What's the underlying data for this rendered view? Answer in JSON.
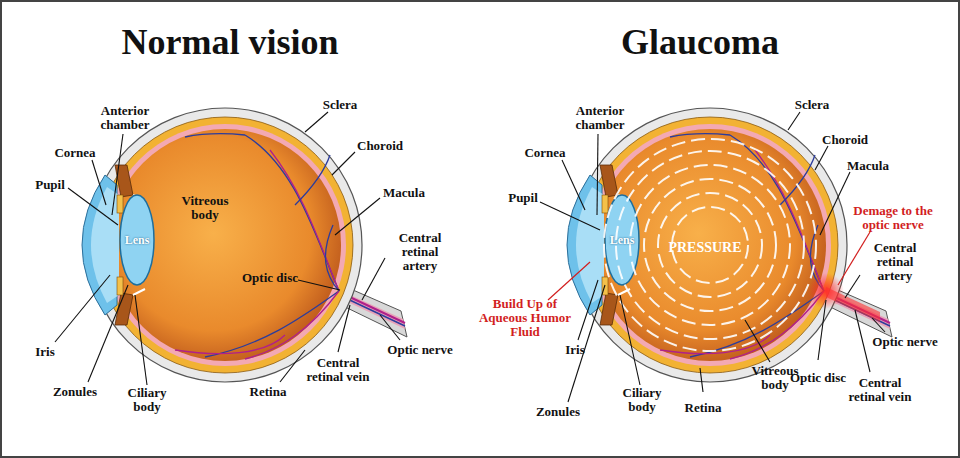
{
  "diagram": {
    "labels": [
      "Normal vision",
      "Anterior chamber",
      "Cornea",
      "Pupil",
      "Lens",
      "Vitreous body",
      "Iris",
      "Zonules",
      "Ciliary body",
      "Sclera",
      "Choroid",
      "Macula",
      "Central retinal artery",
      "Optic disc",
      "Optic nerve",
      "Central retinal vein",
      "Retina",
      "Glaucoma",
      "Anterior chamber",
      "Cornea",
      "Pupil",
      "Lens",
      "Build Up of Aqueous Humor Fluid",
      "Iris",
      "Zonules",
      "Ciliary body",
      "Retina",
      "PRESSURE",
      "Vitreous body",
      "Sclera",
      "Choroid",
      "Macula",
      "Demage to the optic nerve",
      "Central retinal artery",
      "Optic nerve",
      "Optic disc",
      "Central retinal vein"
    ]
  }
}
